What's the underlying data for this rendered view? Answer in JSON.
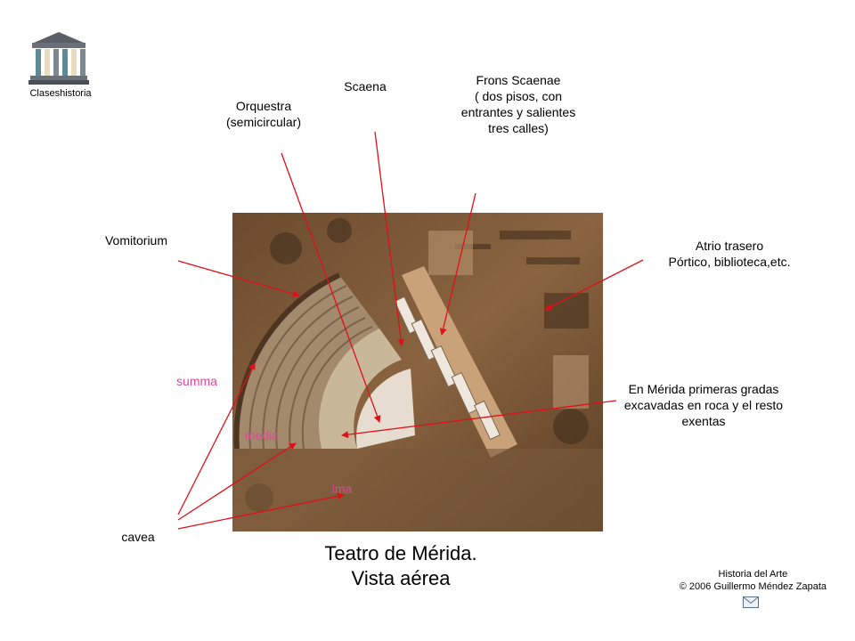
{
  "logo": {
    "caption": "Claseshistoria"
  },
  "labels": {
    "orquestra": [
      "Orquestra",
      "(semicircular)"
    ],
    "scaena": "Scaena",
    "frons": [
      "Frons Scaenae",
      "( dos pisos, con",
      "entrantes y salientes",
      "tres calles)"
    ],
    "vomitorium": "Vomitorium",
    "atrio": [
      "Atrio trasero",
      "Pórtico, biblioteca,etc."
    ],
    "summa": "summa",
    "media": "media",
    "ima": "ima",
    "merida": [
      "En Mérida primeras gradas",
      "excavadas en roca y el resto",
      "exentas"
    ],
    "cavea": "cavea"
  },
  "title": [
    "Teatro de Mérida.",
    "Vista aérea"
  ],
  "credits": [
    "Historia del Arte",
    "© 2006 Guillermo Méndez Zapata"
  ],
  "colors": {
    "arrow": "#e0101a",
    "cavea_labels": "#e0479a"
  },
  "icons": {
    "logo": "greek-temple-icon",
    "mail": "mail-icon"
  }
}
